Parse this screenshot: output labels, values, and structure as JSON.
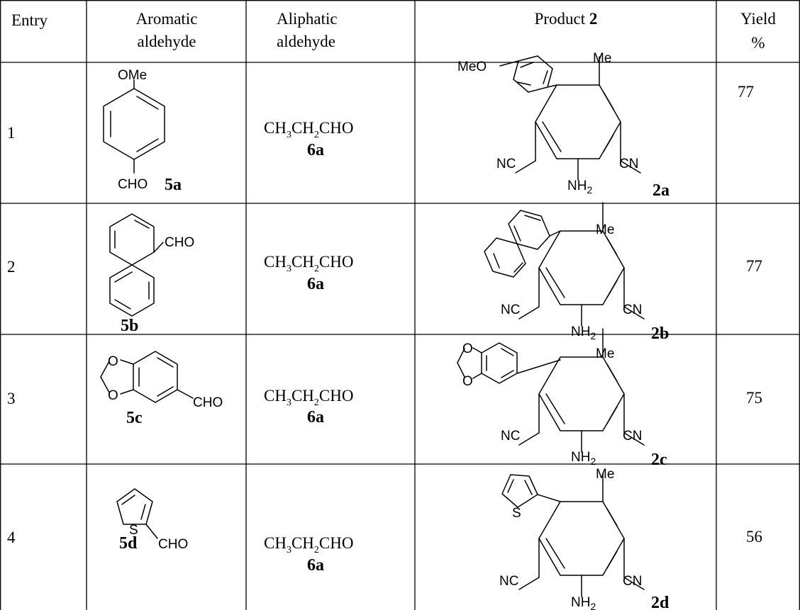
{
  "header": {
    "entry": "Entry",
    "aromatic_line1": "Aromatic",
    "aromatic_line2": "aldehyde",
    "aliphatic_line1": "Aliphatic",
    "aliphatic_line2": "aldehyde",
    "product_prefix": "Product ",
    "product_bold": "2",
    "yield_line1": "Yield",
    "yield_line2": "%"
  },
  "atoms": {
    "ome": "OMe",
    "meo": "MeO",
    "cho": "CHO",
    "me": "Me",
    "nc": "NC",
    "cn": "CN",
    "o": "O",
    "s": "S",
    "nh": "NH",
    "nh_sub": "2"
  },
  "aliphatic": {
    "ch": "CH",
    "sub3": "3",
    "ch2": "CH",
    "sub2": "2",
    "cho": "CHO"
  },
  "rows": [
    {
      "entry": "1",
      "aromatic_label": "5a",
      "aliphatic_label": "6a",
      "product_label": "2a",
      "yield": "77"
    },
    {
      "entry": "2",
      "aromatic_label": "5b",
      "aliphatic_label": "6a",
      "product_label": "2b",
      "yield": "77"
    },
    {
      "entry": "3",
      "aromatic_label": "5c",
      "aliphatic_label": "6a",
      "product_label": "2c",
      "yield": "75"
    },
    {
      "entry": "4",
      "aromatic_label": "5d",
      "aliphatic_label": "6a",
      "product_label": "2d",
      "yield": "56"
    }
  ]
}
